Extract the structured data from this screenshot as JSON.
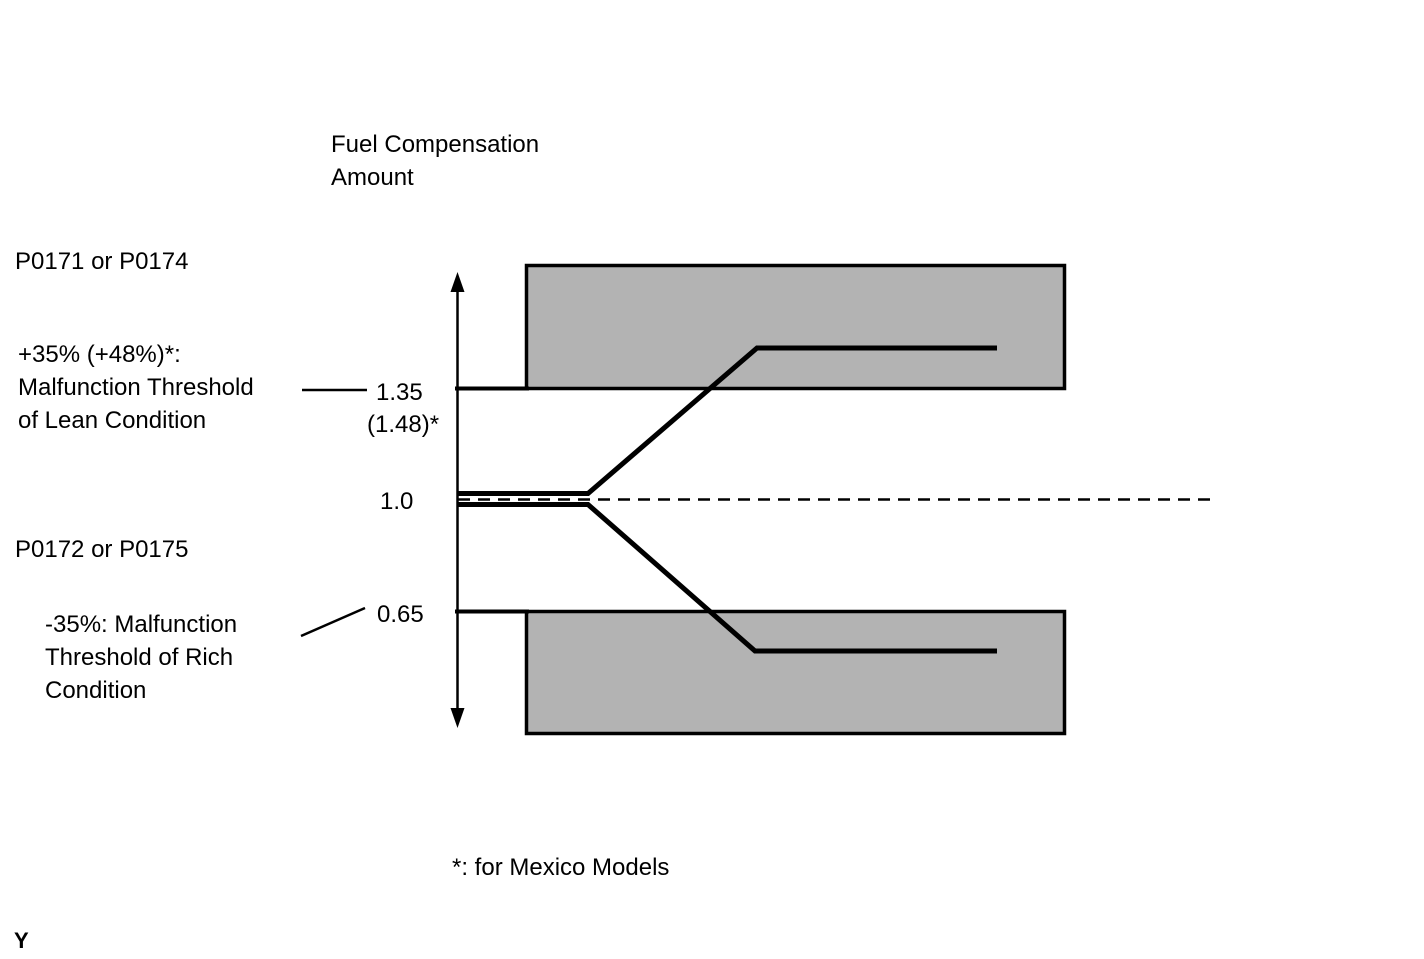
{
  "figure": {
    "axis_title_line1": "Fuel Compensation",
    "axis_title_line2": "Amount",
    "lean_dtc": "P0171 or P0174",
    "lean_threshold_line1": "+35% (+48%)*:",
    "lean_threshold_line2": "Malfunction Threshold",
    "lean_threshold_line3": "of Lean Condition",
    "rich_dtc": "P0172 or P0175",
    "rich_threshold_line1": "-35%: Malfunction",
    "rich_threshold_line2": "Threshold of Rich",
    "rich_threshold_line3": "Condition",
    "ticks": {
      "lean_threshold": "1.35",
      "lean_threshold_mexico": "(1.48)*",
      "baseline": "1.0",
      "rich_threshold": "0.65"
    },
    "footnote": "*: for Mexico Models",
    "page_marker": "Y"
  },
  "colors": {
    "background": "#ffffff",
    "ink": "#000000",
    "malfunction_region_fill": "#b3b3b3"
  },
  "chart_data": {
    "type": "line",
    "title": "Fuel Compensation Amount",
    "ylabel": "Fuel Compensation Amount",
    "xlabel": "",
    "grid": false,
    "legend": false,
    "ylim": [
      0.27,
      1.73
    ],
    "y_ticks": [
      "1.35",
      "(1.48)*",
      "1.0",
      "0.65"
    ],
    "baseline_value": 1.0,
    "baseline_style": "dashed",
    "thresholds": [
      {
        "name": "lean",
        "dtc": "P0171 or P0174",
        "percent": "+35% (+48%)*",
        "value": 1.35,
        "mexico_value": 1.48,
        "label": "Malfunction Threshold of Lean Condition"
      },
      {
        "name": "rich",
        "dtc": "P0172 or P0175",
        "percent": "-35%",
        "value": 0.65,
        "label": "Malfunction Threshold of Rich Condition"
      }
    ],
    "shaded_regions": [
      {
        "name": "lean-malfunction-region",
        "x_from": 0.09,
        "x_to": 0.8,
        "y_from": 1.35,
        "y_to": 1.73
      },
      {
        "name": "rich-malfunction-region",
        "x_from": 0.09,
        "x_to": 0.8,
        "y_from": 0.27,
        "y_to": 0.65
      }
    ],
    "series": [
      {
        "name": "lean-excursion",
        "points": [
          [
            0.0,
            1.02
          ],
          [
            0.17,
            1.02
          ],
          [
            0.4,
            1.48
          ],
          [
            0.71,
            1.48
          ]
        ]
      },
      {
        "name": "rich-excursion",
        "points": [
          [
            0.0,
            0.98
          ],
          [
            0.17,
            0.98
          ],
          [
            0.39,
            0.53
          ],
          [
            0.71,
            0.53
          ]
        ]
      }
    ],
    "annotations": [
      "*: for Mexico Models"
    ]
  }
}
